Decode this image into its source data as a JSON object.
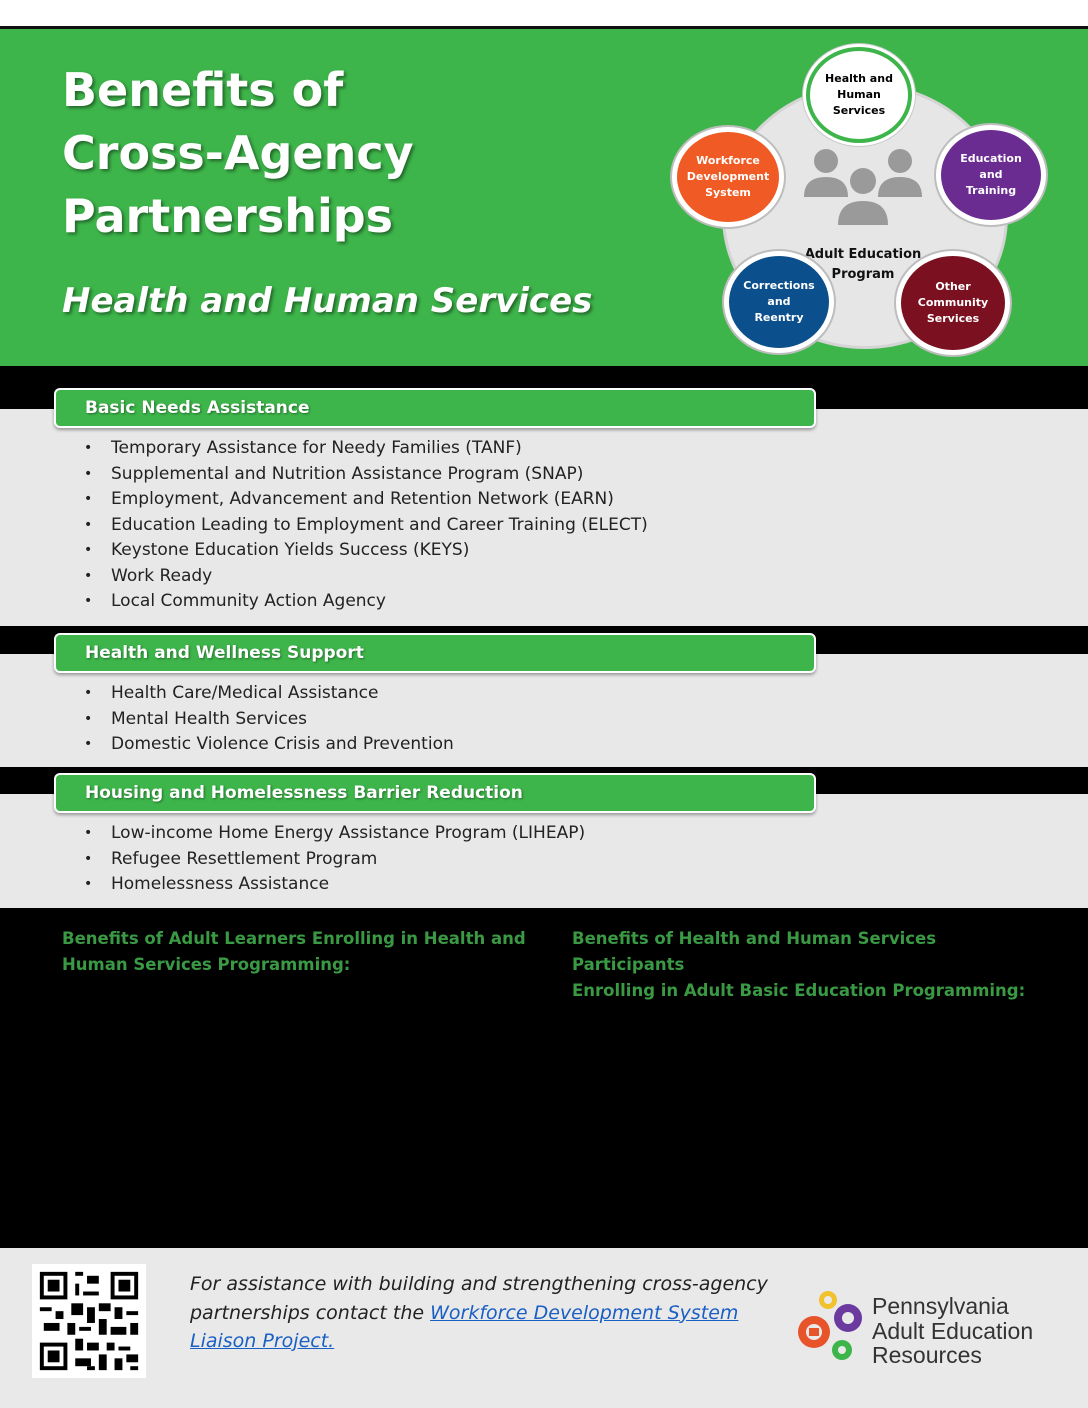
{
  "header": {
    "title_lines": [
      "Benefits of",
      "Cross-Agency",
      "Partnerships"
    ],
    "subtitle": "Health and Human Services"
  },
  "diagram": {
    "center_lines": [
      "Adult Education",
      "Program"
    ],
    "nodes": {
      "health": [
        "Health and",
        "Human",
        "Services"
      ],
      "workforce": [
        "Workforce",
        "Development",
        "System"
      ],
      "education": [
        "Education",
        "and",
        "Training"
      ],
      "corrections": [
        "Corrections",
        "and",
        "Reentry"
      ],
      "other": [
        "Other",
        "Community",
        "Services"
      ]
    },
    "colors": {
      "health_border": "#3db54a",
      "workforce": "#f05a24",
      "education": "#6b2c91",
      "corrections": "#0b4f8c",
      "other": "#7a1020"
    },
    "center_icon": "people-group-icon"
  },
  "sections": [
    {
      "title": "Basic Needs Assistance",
      "items": [
        "Temporary Assistance for Needy Families (TANF)",
        "Supplemental and Nutrition Assistance Program (SNAP)",
        "Employment, Advancement and Retention Network (EARN)",
        "Education Leading to Employment and Career Training (ELECT)",
        "Keystone Education Yields Success (KEYS)",
        "Work Ready",
        "Local Community Action Agency"
      ]
    },
    {
      "title": "Health and Wellness Support",
      "items": [
        "Health Care/Medical Assistance",
        "Mental Health Services",
        "Domestic Violence Crisis and Prevention"
      ]
    },
    {
      "title": "Housing and Homelessness Barrier Reduction",
      "items": [
        "Low-income Home Energy Assistance Program (LIHEAP)",
        "Refugee Resettlement Program",
        "Homelessness Assistance"
      ]
    }
  ],
  "benefits": {
    "left_lines": [
      "Benefits of Adult Learners Enrolling in Health and",
      "Human Services Programming:"
    ],
    "right_lines": [
      "Benefits of Health and Human Services Participants",
      "Enrolling in Adult Basic Education Programming:"
    ]
  },
  "footer": {
    "text_line1": "For assistance with building and strengthening cross-agency",
    "text_line2_prefix": "partnerships contact the ",
    "link_text": "Workforce Development System Liaison Project.",
    "logo_lines": [
      "Pennsylvania",
      "Adult Education",
      "Resources"
    ],
    "qr_icon": "qr-code-icon",
    "logo_icon": "gears-logo-icon"
  },
  "colors": {
    "brand_green": "#3db54a",
    "benefit_green": "#3a9a44",
    "link_blue": "#1a5fc4"
  }
}
